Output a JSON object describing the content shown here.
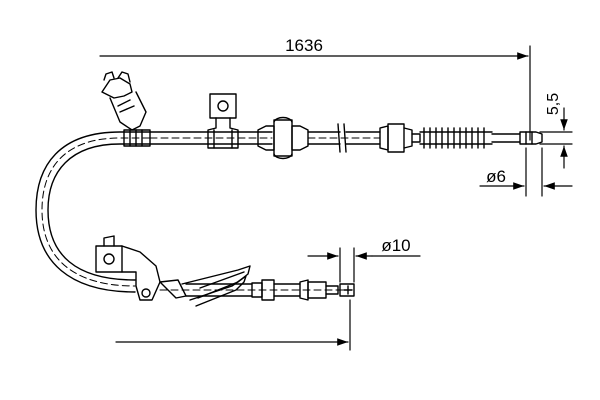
{
  "dimensions": {
    "overall_length": "1636",
    "end_diameter": "ø6",
    "end_height": "5,5",
    "fitting_diameter": "ø10"
  },
  "colors": {
    "line": "#000000",
    "background": "#ffffff"
  }
}
